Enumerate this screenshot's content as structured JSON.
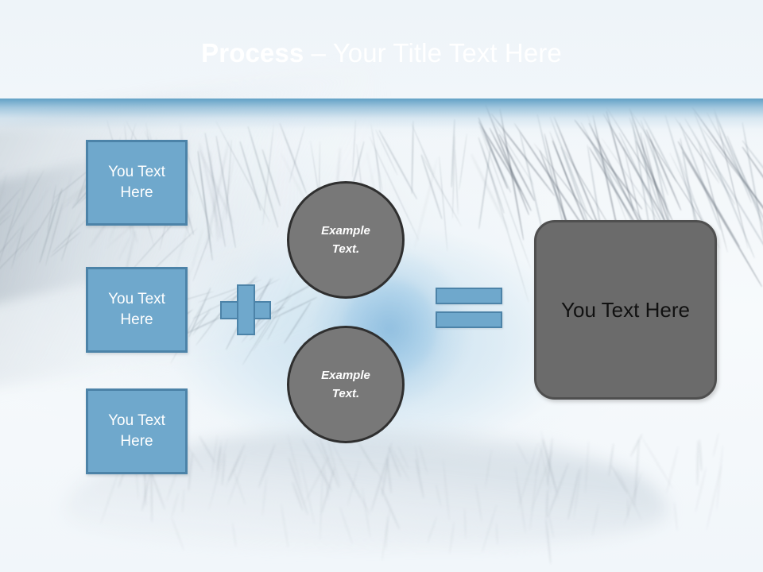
{
  "slide": {
    "title": {
      "bold_part": "Process",
      "separator": " – ",
      "rest": "Your Title Text Here"
    },
    "theme": {
      "header_top_color": "#3d7094",
      "header_bottom_color": "#61a1c6",
      "accent_blue": "#6fa8cc",
      "accent_blue_border": "#4c83a8",
      "gray_fill": "#787878",
      "gray_rect_fill": "#6b6b6b",
      "gray_border": "#2f2f2f",
      "title_text_color": "#ffffff",
      "box_text_color": "#ffffff",
      "rect_text_color": "#111111",
      "background_color": "#f2f7fa"
    },
    "background_image": "eye-close-up-photo"
  },
  "input_boxes": [
    {
      "line1": "You Text",
      "line2": "Here"
    },
    {
      "line1": "You Text",
      "line2": "Here"
    },
    {
      "line1": "You Text",
      "line2": "Here"
    }
  ],
  "operators": {
    "plus": "plus-sign",
    "equals": "equals-sign"
  },
  "circles": [
    {
      "line1": "Example",
      "line2": "Text."
    },
    {
      "line1": "Example",
      "line2": "Text."
    }
  ],
  "result_box": {
    "label": "You Text Here"
  }
}
